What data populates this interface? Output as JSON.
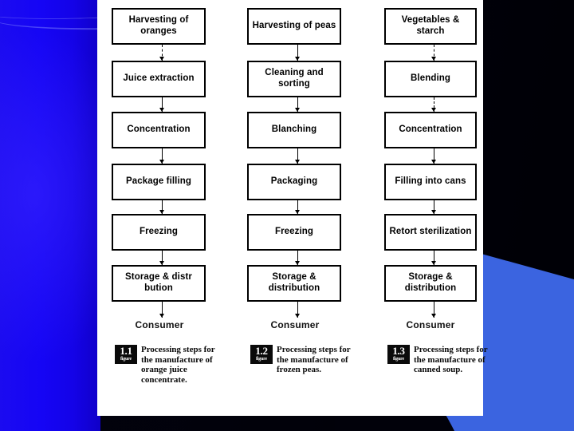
{
  "background": {
    "dark_color": "#01010a",
    "accent_blue": "#1403e8",
    "shape_blue": "#3b64e0"
  },
  "diagram": {
    "columns": [
      {
        "id": "orange-juice",
        "steps": [
          "Harvesting of oranges",
          "Juice extraction",
          "Concentration",
          "Package filling",
          "Freezing",
          "Storage & distr bution"
        ],
        "connector_styles": [
          "dashed",
          "solid",
          "solid",
          "solid",
          "solid",
          "solid"
        ],
        "terminal": "Consumer",
        "figure": {
          "number": "1.1",
          "word": "figure",
          "caption": "Processing steps for the manufacture of orange juice concentrate."
        }
      },
      {
        "id": "frozen-peas",
        "steps": [
          "Harvesting of peas",
          "Cleaning and sorting",
          "Blanching",
          "Packaging",
          "Freezing",
          "Storage & distribution"
        ],
        "connector_styles": [
          "solid",
          "solid",
          "solid",
          "solid",
          "solid",
          "solid"
        ],
        "terminal": "Consumer",
        "figure": {
          "number": "1.2",
          "word": "figure",
          "caption": "Processing steps for the manufacture of frozen peas."
        }
      },
      {
        "id": "canned-soup",
        "steps": [
          "Vegetables & starch",
          "Blending",
          "Concentration",
          "Filling into cans",
          "Retort sterilization",
          "Storage & distribution"
        ],
        "connector_styles": [
          "dashed",
          "dashed",
          "solid",
          "solid",
          "solid",
          "solid"
        ],
        "terminal": "Consumer",
        "figure": {
          "number": "1.3",
          "word": "figure",
          "caption": "Processing steps for the manufacture of canned soup."
        }
      }
    ]
  }
}
